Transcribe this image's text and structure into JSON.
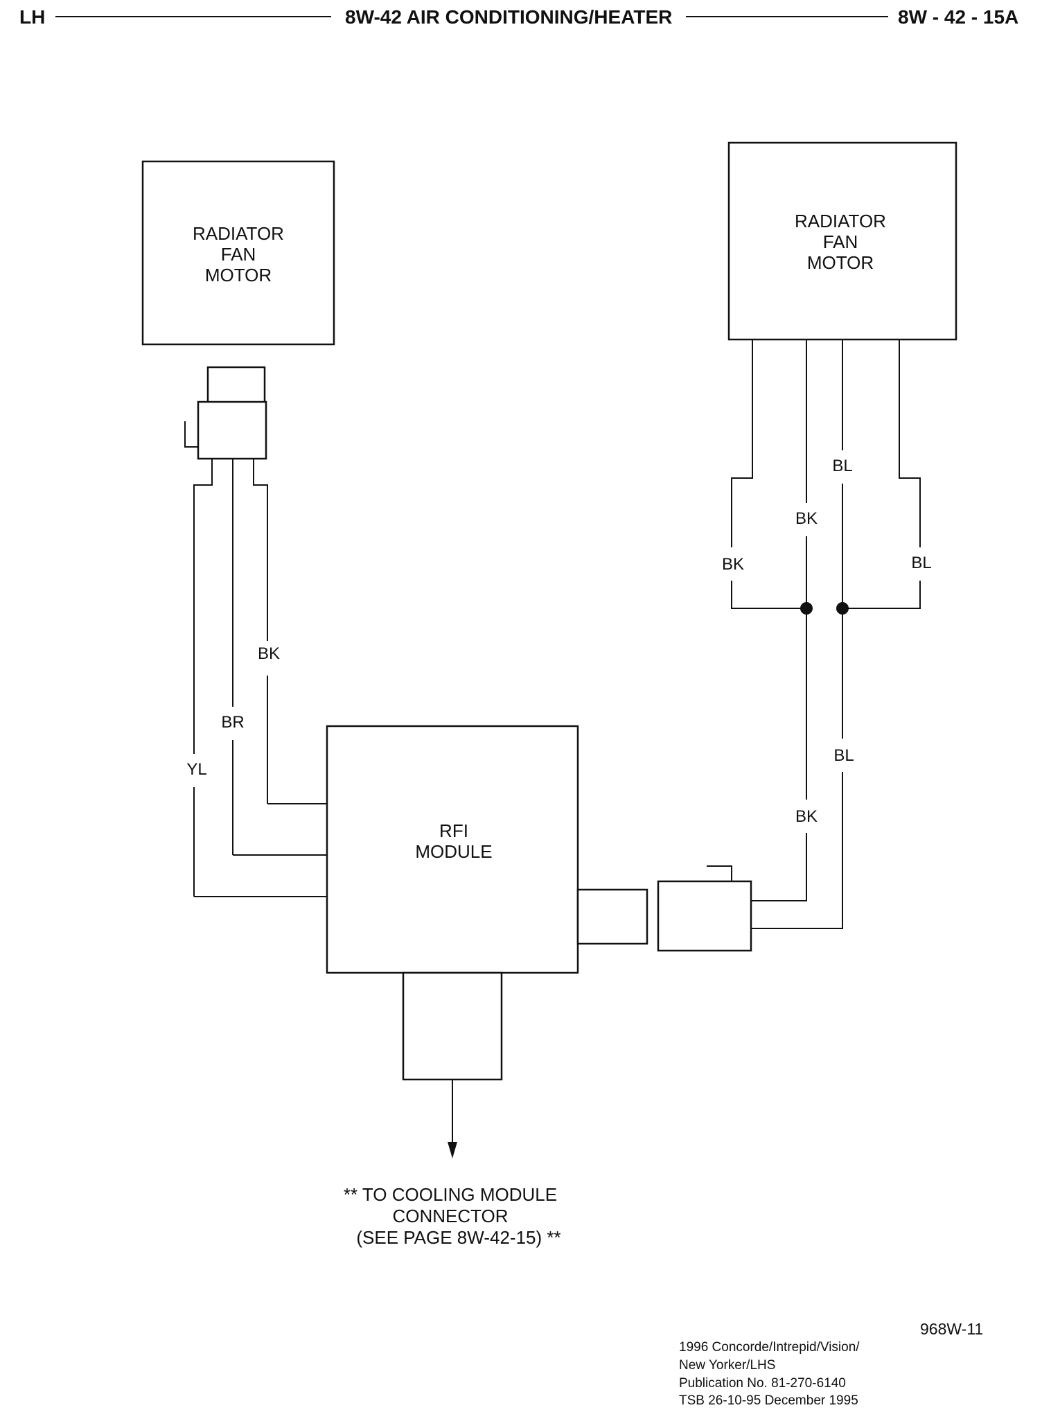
{
  "header": {
    "left": "LH",
    "center": "8W-42  AIR CONDITIONING/HEATER",
    "right": "8W - 42 - 15A"
  },
  "components": {
    "left_motor": [
      "RADIATOR",
      "FAN",
      "MOTOR"
    ],
    "right_motor": [
      "RADIATOR",
      "FAN",
      "MOTOR"
    ],
    "rfi_module": [
      "RFI",
      "MODULE"
    ]
  },
  "wires": {
    "left_yl": "YL",
    "left_br": "BR",
    "left_bk": "BK",
    "right_bk_outer": "BK",
    "right_bk_inner": "BK",
    "right_bl_inner": "BL",
    "right_bl_outer": "BL",
    "right_bl_lower": "BL",
    "right_bk_lower": "BK"
  },
  "note": {
    "line1": "** TO COOLING MODULE",
    "line2": "CONNECTOR",
    "line3": "(SEE PAGE 8W-42-15) **"
  },
  "figure_id": "968W-11",
  "footer": {
    "line1": "1996 Concorde/Intrepid/Vision/",
    "line2": "New Yorker/LHS",
    "line3": "Publication No. 81-270-6140",
    "line4": "TSB 26-10-95   December  1995"
  }
}
